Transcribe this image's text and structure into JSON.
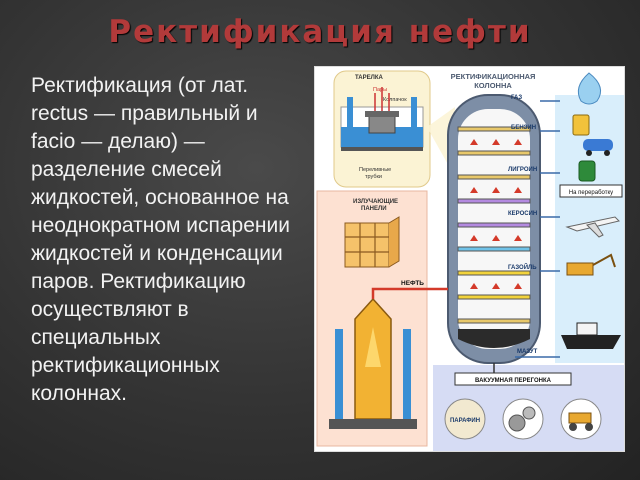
{
  "slide": {
    "title": "Ректификация нефти",
    "paragraph": "Ректификация (от лат. rectus — правильный и facio — делаю) — разделение смесей жидкостей, основанное на неоднократном испарении жидкостей и конденсации паров. Ректификацию осуществляют в специальных ректификационных колоннах."
  },
  "diagram": {
    "column_title_1": "РЕКТИФИКАЦИОННАЯ",
    "column_title_2": "КОЛОННА",
    "tray_title": "ТАРЕЛКА",
    "tray_vapor": "Пары",
    "tray_cap": "Колпачок",
    "tray_pipes_1": "Переливные",
    "tray_pipes_2": "трубки",
    "panels_title_1": "ИЗЛУЧАЮЩИЕ",
    "panels_title_2": "ПАНЕЛИ",
    "oil_label": "НЕФТЬ",
    "vacuum_label": "ВАКУУМНАЯ ПЕРЕГОНКА",
    "paraffin_label": "ПАРАФИН",
    "processing_label": "На переработку",
    "products": [
      "ГАЗ",
      "БЕНЗИН",
      "ЛИГРОИН",
      "КЕРОСИН",
      "ГАЗОЙЛЬ",
      "МАЗУТ"
    ],
    "colors": {
      "column": "#7d8ea6",
      "column_dark": "#4c5a70",
      "water": "#3a8fd4",
      "furnace": "#f2b233",
      "pipe_red": "#d43a2a",
      "tray_box": "#fbf3d4",
      "panel_box": "#fde1d2",
      "product_box": "#d9eefb",
      "vacuum_box": "#d6dcf4"
    }
  }
}
